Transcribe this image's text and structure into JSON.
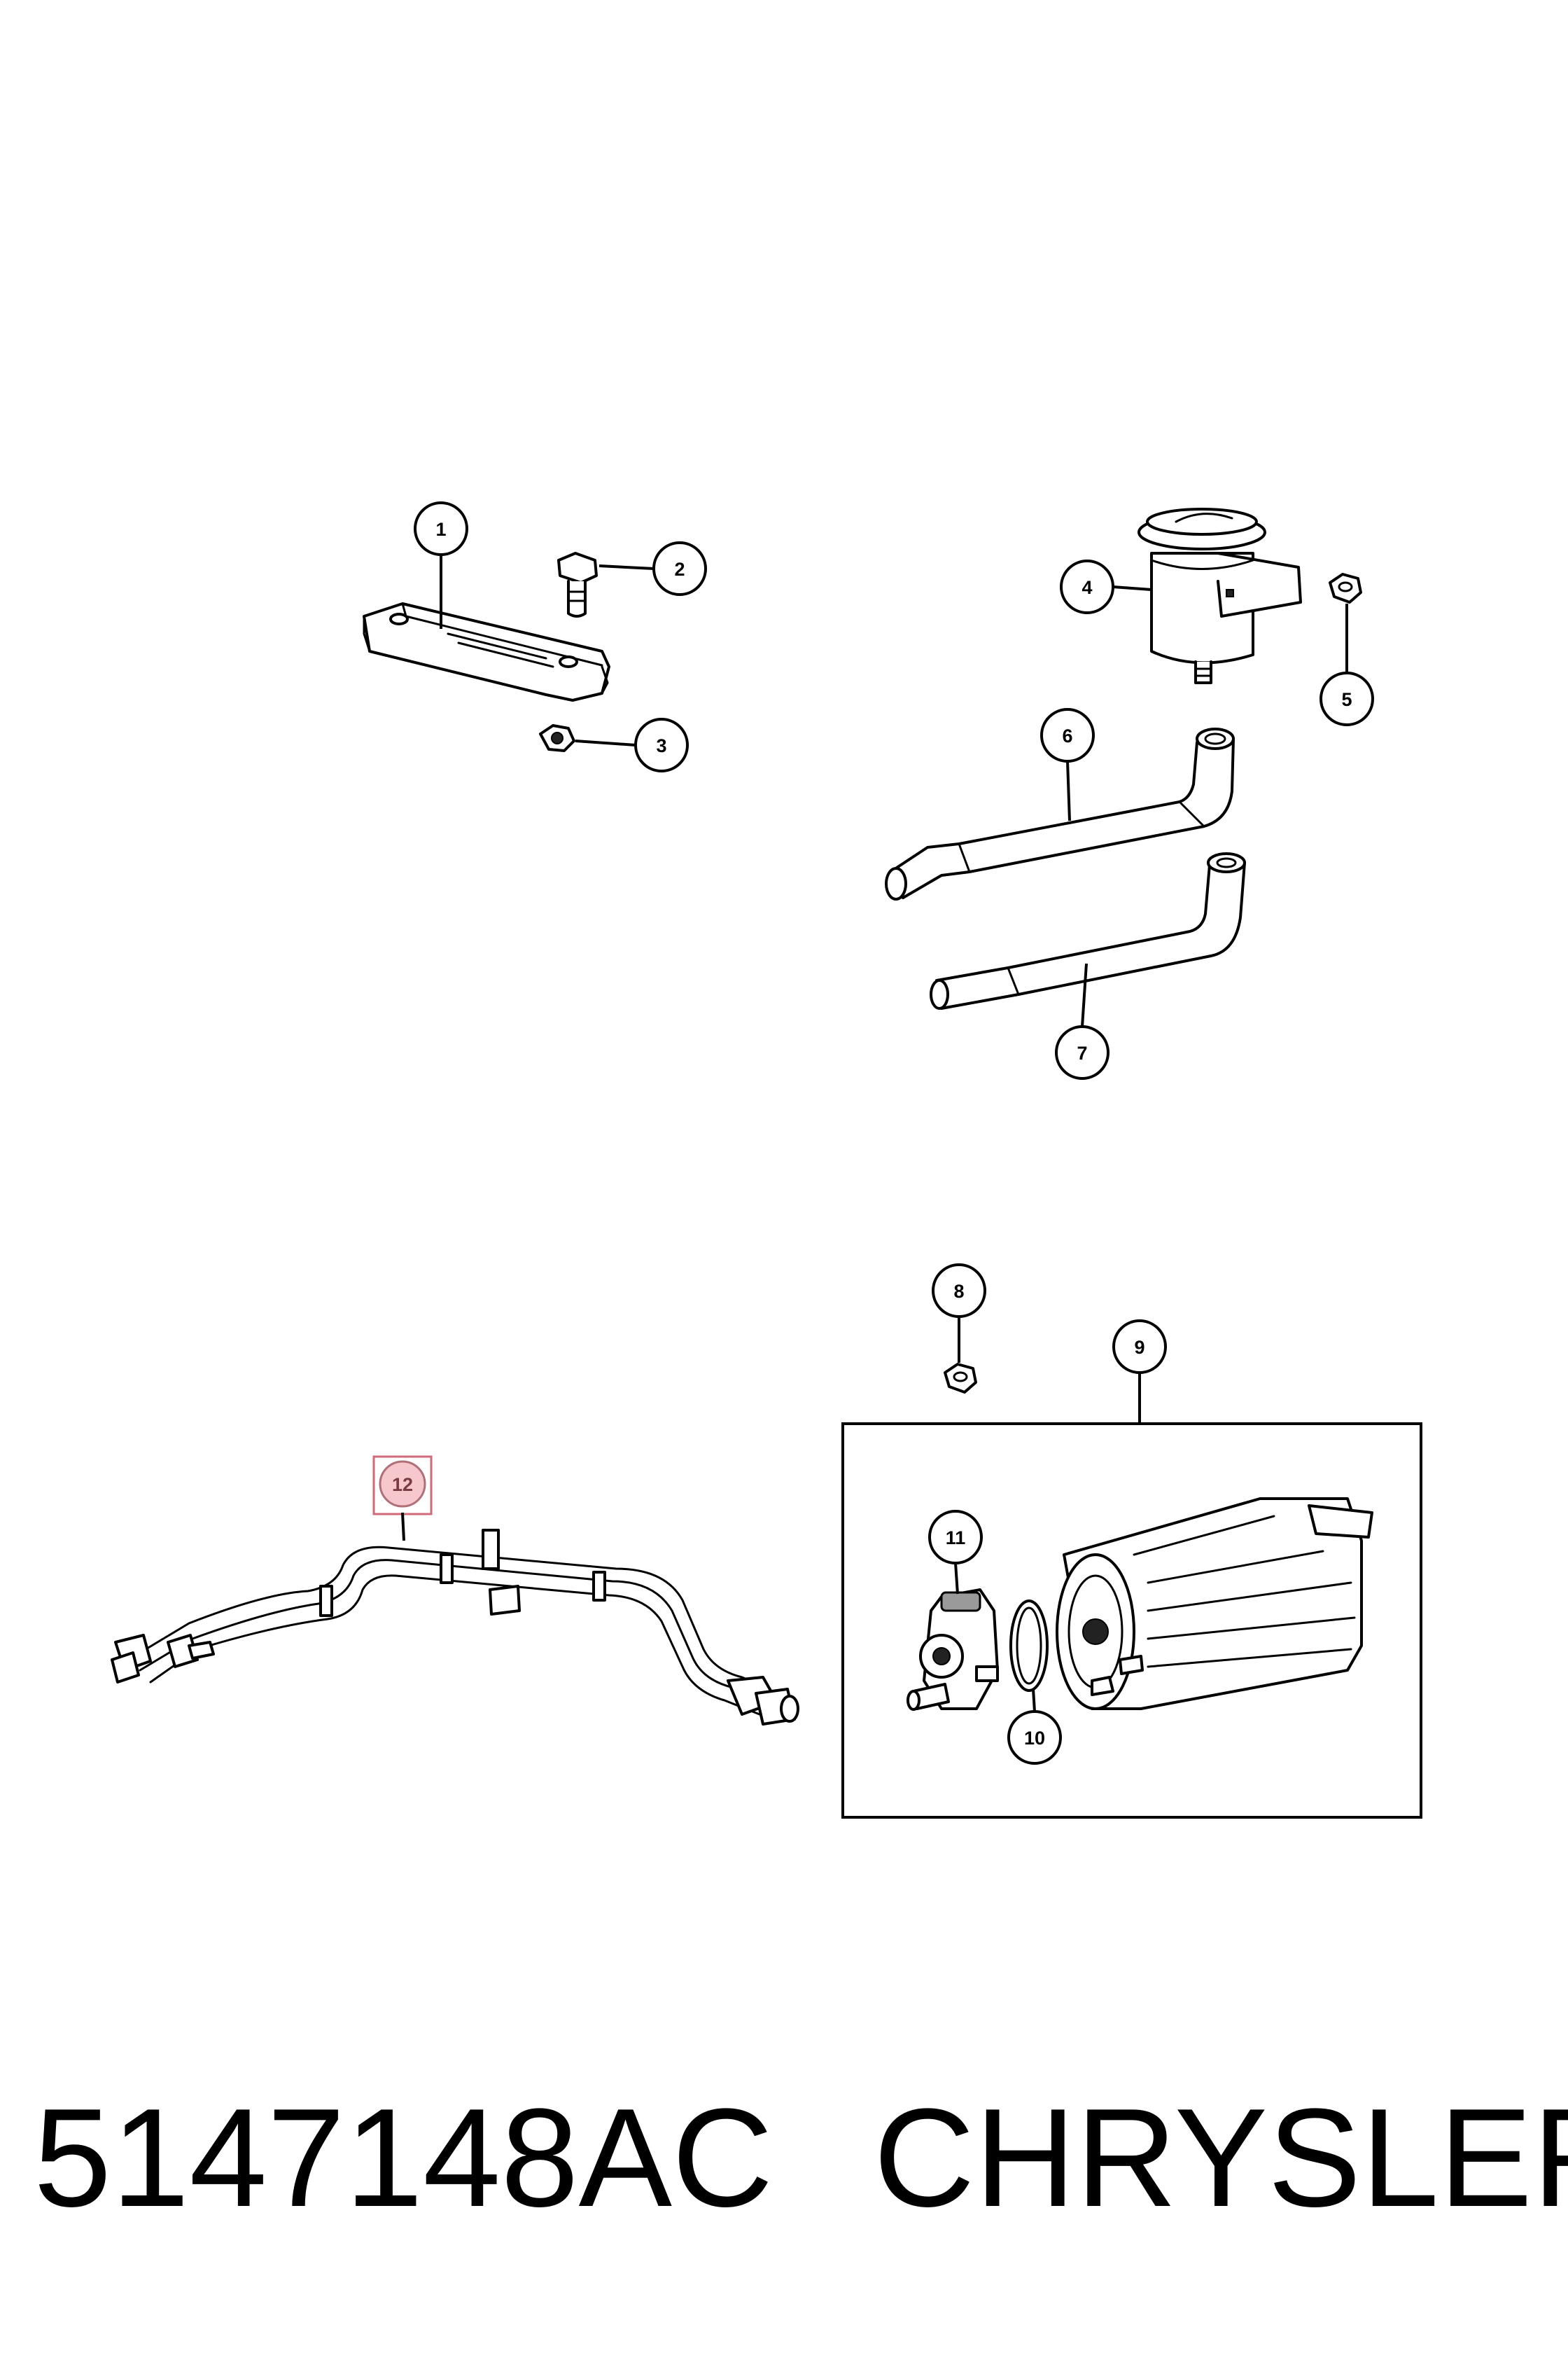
{
  "callouts": {
    "c1": "1",
    "c2": "2",
    "c3": "3",
    "c4": "4",
    "c5": "5",
    "c6": "6",
    "c7": "7",
    "c8": "8",
    "c9": "9",
    "c10": "10",
    "c11": "11",
    "c12": "12"
  },
  "highlighted_callout": "12",
  "highlight_color": "#f6c7cc",
  "footer": {
    "part_number": "5147148AC",
    "brand": "CHRYSLER"
  }
}
